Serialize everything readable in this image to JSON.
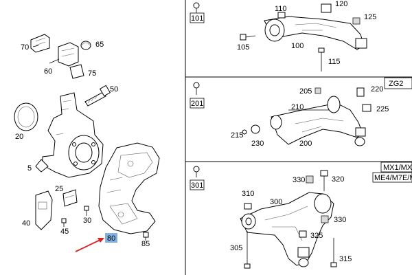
{
  "labels": {
    "p70": "70",
    "p65": "65",
    "p60": "60",
    "p75": "75",
    "p50": "50",
    "p20": "20",
    "p5": "5",
    "p25": "25",
    "p40": "40",
    "p30": "30",
    "p45": "45",
    "p80": "80",
    "p85": "85",
    "p101": "101",
    "p110": "110",
    "p120": "120",
    "p125": "125",
    "p105": "105",
    "p100": "100",
    "p115": "115",
    "p201": "201",
    "p205": "205",
    "p220": "220",
    "p210": "210",
    "p225": "225",
    "p215": "215",
    "p230": "230",
    "p200": "200",
    "p301": "301",
    "p330": "330",
    "p320": "320",
    "p310": "310",
    "p300": "300",
    "p325": "325",
    "p305": "305",
    "p315": "315"
  },
  "boxes": {
    "zg2": "ZG2",
    "mx1": "MX1/MX",
    "me4": "ME4/M7E/M"
  },
  "highlight": {
    "label": "80",
    "color": "#7fb1e3"
  },
  "arrow_color": "#e02020"
}
